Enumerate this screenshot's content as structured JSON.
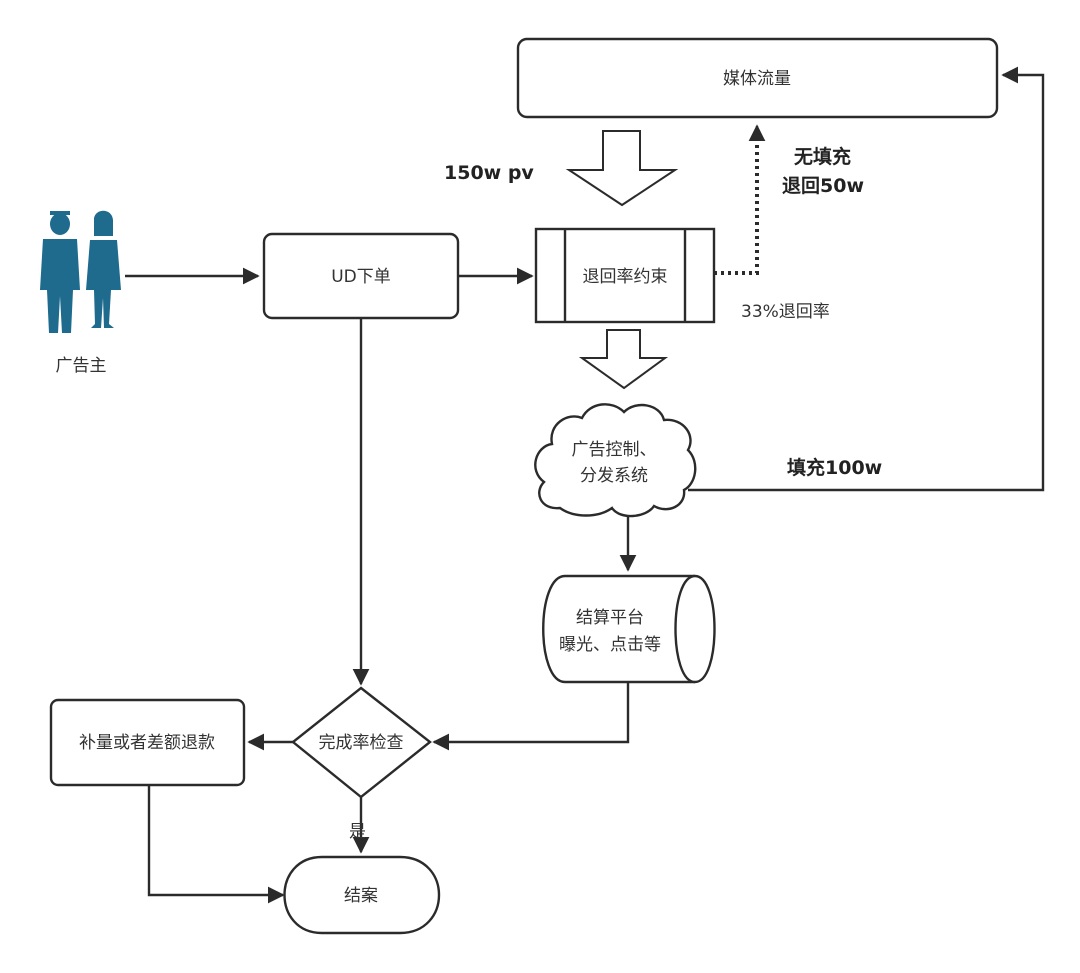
{
  "nodes": {
    "media_traffic": "媒体流量",
    "ud_order": "UD下单",
    "return_constraint": "退回率约束",
    "ad_control": [
      "广告控制、",
      "分发系统"
    ],
    "settlement": [
      "结算平台",
      "曝光、点击等"
    ],
    "completion_check": "完成率检查",
    "compensate_refund": "补量或者差额退款",
    "close_case": "结案"
  },
  "actor": {
    "label": "广告主",
    "icon": "business-people-icon"
  },
  "annotations": {
    "pv": "150w pv",
    "no_fill": [
      "无填充",
      "退回50w"
    ],
    "return_rate": "33%退回率",
    "fill": "填充100w",
    "yes": "是"
  },
  "colors": {
    "stroke": "#2b2b2b",
    "people": "#1e6b8e",
    "text": "#333333"
  }
}
